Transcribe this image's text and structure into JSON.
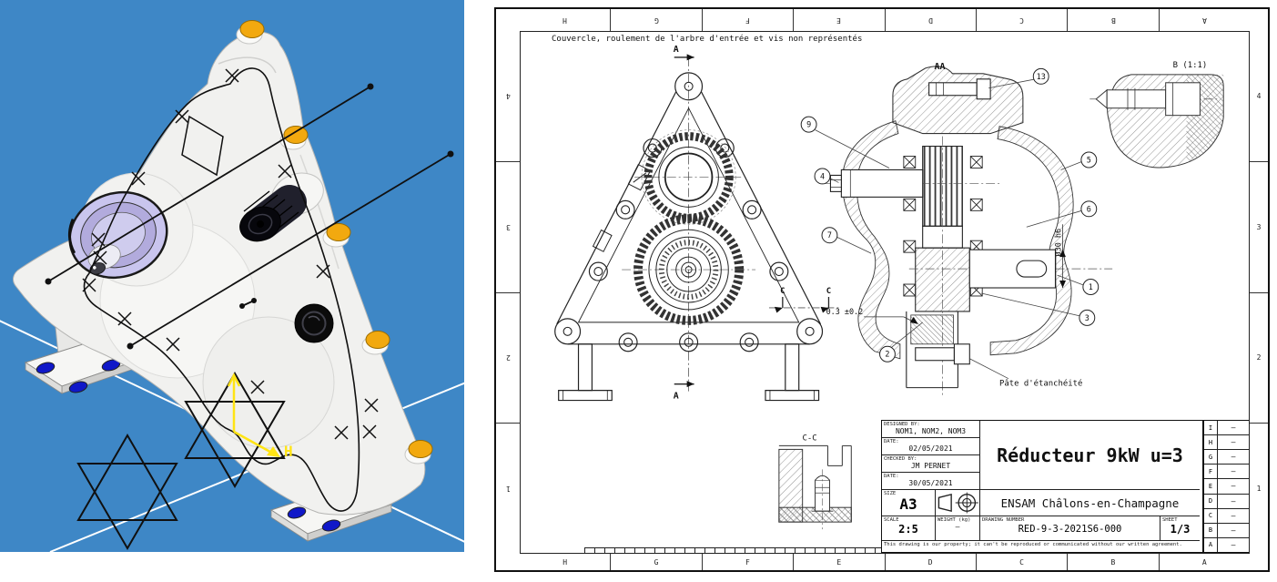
{
  "left_viewport": {
    "axis_h_label": "H",
    "colors": {
      "background": "#3e87c6",
      "body": "#f1f1ef",
      "accent_yellow": "#f2a90f",
      "bearing_lavender": "#c9c5ee",
      "hole_blue": "#1018c8",
      "axis_yellow": "#ffe414",
      "sketch": "#101010"
    }
  },
  "drawing": {
    "note": "Couvercle, roulement de l'arbre d'entrée et vis non représentés",
    "section_labels": {
      "aa": "AA",
      "b_detail": "B (1:1)",
      "cc_detail": "C-C",
      "a_top": "A",
      "a_bottom": "A",
      "c_left": "C",
      "c_right": "C"
    },
    "balloons": [
      "13",
      "9",
      "4",
      "5",
      "6",
      "7",
      "1",
      "3",
      "2"
    ],
    "dimensions": {
      "shaft": "Ø30 h6",
      "clearance": "0.3 ±0.2"
    },
    "callout_sealant": "Pâte d'étanchéité",
    "border": {
      "columns": [
        "H",
        "G",
        "F",
        "E",
        "D",
        "C",
        "B",
        "A"
      ],
      "rows": [
        "4",
        "3",
        "2",
        "1"
      ]
    },
    "title_block": {
      "designed_by_label": "DESIGNED BY:",
      "designed_by": "NOM1, NOM2, NOM3",
      "date_label": "DATE:",
      "date_designed": "02/05/2021",
      "checked_by_label": "CHECKED BY:",
      "checked_by": "JM PERNET",
      "date_checked": "30/05/2021",
      "size_label": "SIZE",
      "size": "A3",
      "title": "Réducteur 9kW u=3",
      "org": "ENSAM Châlons-en-Champagne",
      "scale_label": "SCALE",
      "scale": "2:5",
      "weight_label": "WEIGHT (kg)",
      "weight": "–",
      "number_label": "DRAWING NUMBER",
      "number": "RED-9-3-2021S6-000",
      "sheet_label": "SHEET",
      "sheet": "1/3",
      "legal": "This drawing is our property; it can't be reproduced or communicated without our written agreement.",
      "revisions": [
        {
          "letter": "I",
          "value": "–"
        },
        {
          "letter": "H",
          "value": "–"
        },
        {
          "letter": "G",
          "value": "–"
        },
        {
          "letter": "F",
          "value": "–"
        },
        {
          "letter": "E",
          "value": "–"
        },
        {
          "letter": "D",
          "value": "–"
        },
        {
          "letter": "C",
          "value": "–"
        },
        {
          "letter": "B",
          "value": "–"
        },
        {
          "letter": "A",
          "value": "–"
        }
      ]
    }
  }
}
